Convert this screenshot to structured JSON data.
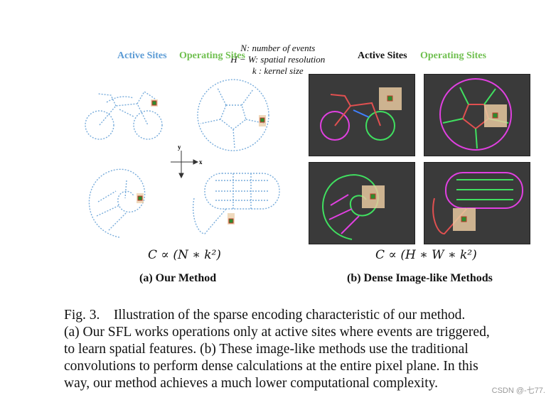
{
  "legend": {
    "n": "N: number of events",
    "hw": "H − W: spatial resolution",
    "k": "k : kernel size"
  },
  "left": {
    "active": "Active Sites",
    "operating": "Operating Sites",
    "formula": "C ∝ (N ∗ k²)",
    "subcaption": "(a) Our Method",
    "axis_x": "x",
    "axis_y": "y"
  },
  "right": {
    "active": "Active Sites",
    "operating": "Operating Sites",
    "formula": "C ∝ (H ∗ W ∗ k²)",
    "subcaption": "(b) Dense Image-like Methods"
  },
  "caption": {
    "line1": "Fig. 3.    Illustration of the sparse encoding characteristic of our method.",
    "line2": "(a) Our SFL works operations only at active sites where events are triggered,",
    "line3": "to learn spatial features. (b) These image-like methods use the traditional",
    "line4": "convolutions to perform dense calculations at the entire pixel plane. In this",
    "line5": "way, our method achieves a much lower computational complexity."
  },
  "watermark": "CSDN @-七77.",
  "colors": {
    "active_left": "#5b9bd5",
    "operating": "#70c050",
    "kernel_box": "#e8c9a0"
  }
}
